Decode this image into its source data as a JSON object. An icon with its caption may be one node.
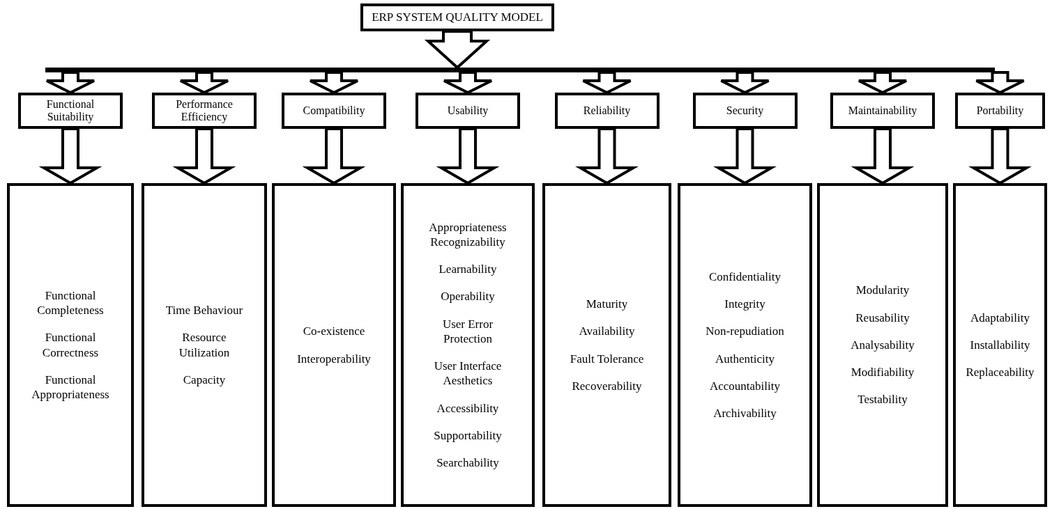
{
  "diagram": {
    "nodes": [
      {
        "text": [
          "ERP SYSTEM QUALITY MODEL"
        ]
      },
      {
        "text": [
          "Functional Suitability"
        ]
      },
      {
        "text": [
          "Performance Efficiency"
        ]
      },
      {
        "text": [
          "Compatibility"
        ]
      },
      {
        "text": [
          "Usability"
        ]
      },
      {
        "text": [
          "Reliability"
        ]
      },
      {
        "text": [
          "Security"
        ]
      },
      {
        "text": [
          "Maintainability"
        ]
      },
      {
        "text": [
          "Portability"
        ]
      },
      {
        "text": [
          "Functional Completeness",
          "Functional Correctness",
          "Functional Appropriateness"
        ]
      },
      {
        "text": [
          "Time Behaviour",
          "Resource Utilization",
          "Capacity"
        ]
      },
      {
        "text": [
          "Co-existence",
          "Interoperability"
        ]
      },
      {
        "text": [
          "Appropriateness Recognizability",
          "Learnability",
          "Operability",
          "User Error Protection",
          "User Interface Aesthetics",
          "Accessibility",
          "Supportability",
          "Searchability"
        ]
      },
      {
        "text": [
          "Maturity",
          "Availability",
          "Fault Tolerance",
          "Recoverability"
        ]
      },
      {
        "text": [
          "Confidentiality",
          "Integrity",
          "Non-repudiation",
          "Authenticity",
          "Accountability",
          "Archivability"
        ]
      },
      {
        "text": [
          "Modularity",
          "Reusability",
          "Analysability",
          "Modifiability",
          "Testability"
        ]
      },
      {
        "text": [
          "Adaptability",
          "Installability",
          "Replaceability"
        ]
      },
      {
        "text": [],
        "shape": "bar"
      }
    ],
    "edges": [
      {
        "from": 0,
        "to": 17,
        "arrow": "to"
      },
      {
        "from": 17,
        "to": 1,
        "arrow": "to"
      },
      {
        "from": 17,
        "to": 2,
        "arrow": "to"
      },
      {
        "from": 17,
        "to": 3,
        "arrow": "to"
      },
      {
        "from": 17,
        "to": 4,
        "arrow": "to"
      },
      {
        "from": 17,
        "to": 5,
        "arrow": "to"
      },
      {
        "from": 17,
        "to": 6,
        "arrow": "to"
      },
      {
        "from": 17,
        "to": 7,
        "arrow": "to"
      },
      {
        "from": 17,
        "to": 8,
        "arrow": "to"
      },
      {
        "from": 1,
        "to": 9,
        "arrow": "to"
      },
      {
        "from": 2,
        "to": 10,
        "arrow": "to"
      },
      {
        "from": 3,
        "to": 11,
        "arrow": "to"
      },
      {
        "from": 4,
        "to": 12,
        "arrow": "to"
      },
      {
        "from": 5,
        "to": 13,
        "arrow": "to"
      },
      {
        "from": 6,
        "to": 14,
        "arrow": "to"
      },
      {
        "from": 7,
        "to": 15,
        "arrow": "to"
      },
      {
        "from": 8,
        "to": 16,
        "arrow": "to"
      }
    ]
  }
}
